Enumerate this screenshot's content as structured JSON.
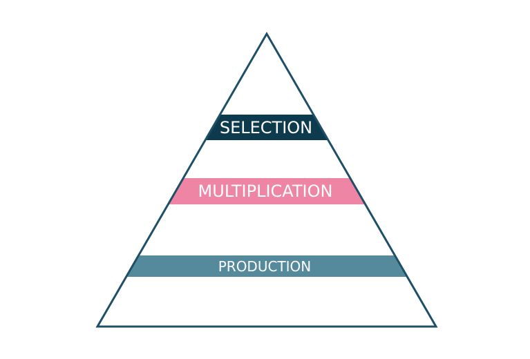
{
  "diagram": {
    "outline_color": "#1d4f66",
    "bands": [
      {
        "label": "SELECTION",
        "color": "#0d3a4d"
      },
      {
        "label": "MULTIPLICATION",
        "color": "#ee85a5"
      },
      {
        "label": "PRODUCTION",
        "color": "#55899c"
      }
    ]
  }
}
